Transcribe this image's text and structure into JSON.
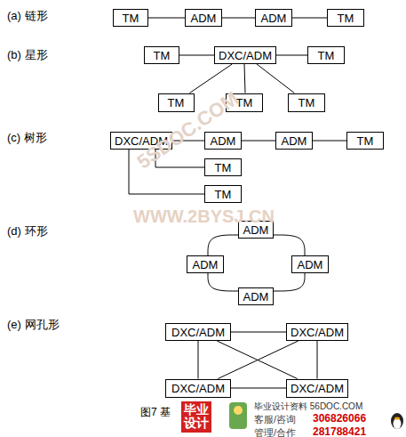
{
  "diagram": {
    "caption": "图7 基",
    "nodes": [
      {
        "text": [
          "TM"
        ]
      },
      {
        "text": [
          "ADM"
        ]
      },
      {
        "text": [
          "ADM"
        ]
      },
      {
        "text": [
          "TM"
        ]
      },
      {
        "text": [
          "TM"
        ]
      },
      {
        "text": [
          "DXC/ADM"
        ]
      },
      {
        "text": [
          "TM"
        ]
      },
      {
        "text": [
          "TM"
        ]
      },
      {
        "text": [
          "TM"
        ]
      },
      {
        "text": [
          "TM"
        ]
      },
      {
        "text": [
          "DXC/ADM"
        ]
      },
      {
        "text": [
          "ADM"
        ]
      },
      {
        "text": [
          "ADM"
        ]
      },
      {
        "text": [
          "TM"
        ]
      },
      {
        "text": [
          "TM"
        ]
      },
      {
        "text": [
          "TM"
        ]
      },
      {
        "text": [
          "ADM"
        ]
      },
      {
        "text": [
          "ADM"
        ]
      },
      {
        "text": [
          "ADM"
        ]
      },
      {
        "text": [
          "ADM"
        ]
      },
      {
        "text": [
          "DXC/ADM"
        ]
      },
      {
        "text": [
          "DXC/ADM"
        ]
      },
      {
        "text": [
          "DXC/ADM"
        ]
      },
      {
        "text": [
          "DXC/ADM"
        ]
      }
    ],
    "edges": [
      {
        "from": 0,
        "to": 1,
        "arrow": "none"
      },
      {
        "from": 1,
        "to": 2,
        "arrow": "none"
      },
      {
        "from": 2,
        "to": 3,
        "arrow": "none"
      },
      {
        "from": 4,
        "to": 5,
        "arrow": "none"
      },
      {
        "from": 5,
        "to": 6,
        "arrow": "none"
      },
      {
        "from": 5,
        "to": 7,
        "arrow": "none"
      },
      {
        "from": 5,
        "to": 8,
        "arrow": "none"
      },
      {
        "from": 5,
        "to": 9,
        "arrow": "none"
      },
      {
        "from": 10,
        "to": 11,
        "arrow": "none"
      },
      {
        "from": 11,
        "to": 12,
        "arrow": "none"
      },
      {
        "from": 12,
        "to": 13,
        "arrow": "none"
      },
      {
        "from": 10,
        "to": 14,
        "arrow": "none"
      },
      {
        "from": 10,
        "to": 15,
        "arrow": "none"
      },
      {
        "from": 16,
        "to": 17,
        "arrow": "none"
      },
      {
        "from": 16,
        "to": 18,
        "arrow": "none"
      },
      {
        "from": 17,
        "to": 19,
        "arrow": "none"
      },
      {
        "from": 18,
        "to": 19,
        "arrow": "none"
      },
      {
        "from": 20,
        "to": 21,
        "arrow": "none"
      },
      {
        "from": 22,
        "to": 23,
        "arrow": "none"
      },
      {
        "from": 20,
        "to": 22,
        "arrow": "none"
      },
      {
        "from": 21,
        "to": 23,
        "arrow": "none"
      },
      {
        "from": 20,
        "to": 23,
        "arrow": "none"
      },
      {
        "from": 21,
        "to": 22,
        "arrow": "none"
      }
    ],
    "labels": [
      "(a) 链形",
      "(b) 星形",
      "(c) 树形",
      "(d) 环形",
      "(e) 网孔形",
      "5SDOC.COM",
      "WWW.2BYSJ.CN",
      "毕业设计资料 56DOC.COM",
      "客服/咨询",
      "306826066",
      "管理/合作",
      "281788421",
      "毕业设计"
    ]
  }
}
